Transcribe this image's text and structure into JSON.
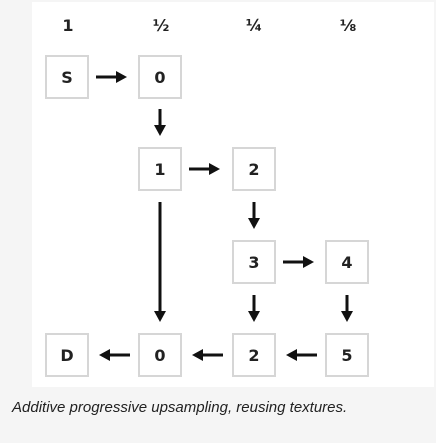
{
  "columns": [
    "1",
    "½",
    "¼",
    "⅛"
  ],
  "nodes": {
    "source": "S",
    "half_top": "0",
    "half_mid": "1",
    "quarter_mid": "2",
    "quarter_low": "3",
    "eighth_low": "4",
    "dest": "D",
    "half_bottom": "0",
    "quarter_bottom": "2",
    "eighth_bottom": "5"
  },
  "caption": "Additive progressive upsampling, reusing textures.",
  "colors": {
    "arrow": "#111111",
    "box_border": "#d6d6d6",
    "text": "#222222"
  }
}
